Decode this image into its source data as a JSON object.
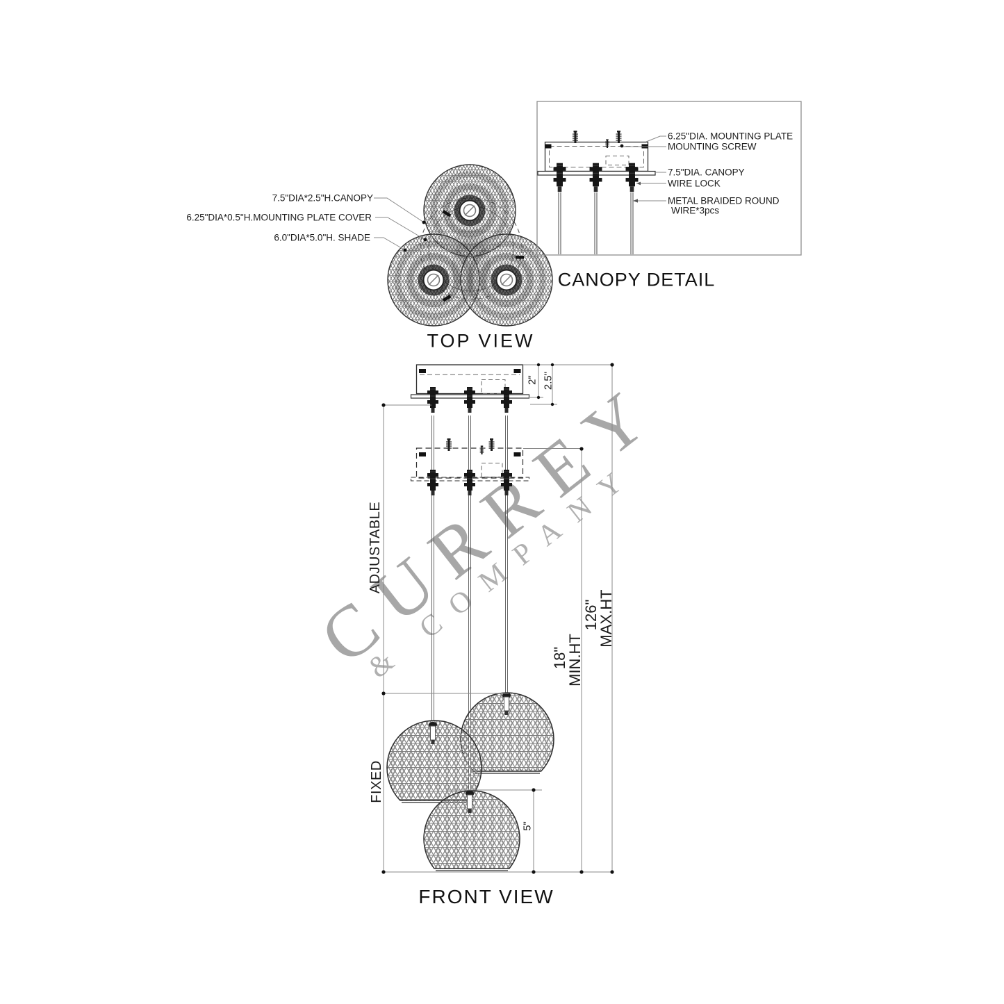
{
  "watermark": {
    "line1": "CURREY",
    "line2": "& COMPANY"
  },
  "top_view": {
    "title": "TOP VIEW",
    "callouts": [
      {
        "text": "7.5\"DIA*2.5\"H.CANOPY"
      },
      {
        "text": "6.25\"DIA*0.5\"H.MOUNTING PLATE COVER"
      },
      {
        "text": "6.0\"DIA*5.0\"H. SHADE"
      }
    ]
  },
  "canopy_detail": {
    "title": "CANOPY DETAIL",
    "callouts": [
      "6.25\"DIA. MOUNTING PLATE",
      "MOUNTING SCREW",
      "7.5\"DIA. CANOPY",
      "WIRE LOCK",
      "METAL BRAIDED ROUND",
      "WIRE*3pcs"
    ]
  },
  "front_view": {
    "title": "FRONT VIEW",
    "dimensions": {
      "canopy_height": "2\"",
      "canopy_total_height": "2.5\"",
      "adjustable": "ADJUSTABLE",
      "fixed": "FIXED",
      "min_height_value": "18\"",
      "min_height_label": "MIN.HT",
      "max_height_value": "126\"",
      "max_height_label": "MAX.HT",
      "shade_height": "5\""
    }
  },
  "colors": {
    "ink": "#2d2d2d",
    "dim_line": "#8a8a8a",
    "watermark_gray": "#8f8f8f"
  }
}
